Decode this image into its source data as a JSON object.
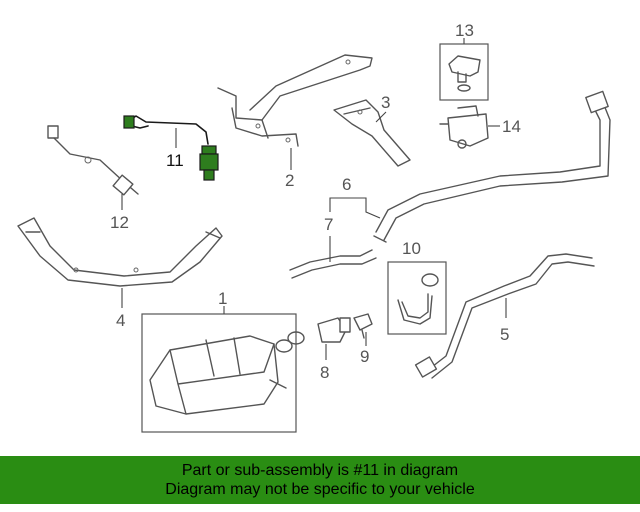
{
  "diagram": {
    "callouts": {
      "c1": "1",
      "c2": "2",
      "c3": "3",
      "c4": "4",
      "c5": "5",
      "c6": "6",
      "c7": "7",
      "c8": "8",
      "c9": "9",
      "c10": "10",
      "c11": "11",
      "c12": "12",
      "c13": "13",
      "c14": "14"
    },
    "highlight_color": "#2e7d1e",
    "highlighted_part": "11"
  },
  "banner": {
    "line1": "Part or sub-assembly is #11 in diagram",
    "line2": "Diagram may not be specific to your vehicle",
    "background": "#2a8d13"
  }
}
